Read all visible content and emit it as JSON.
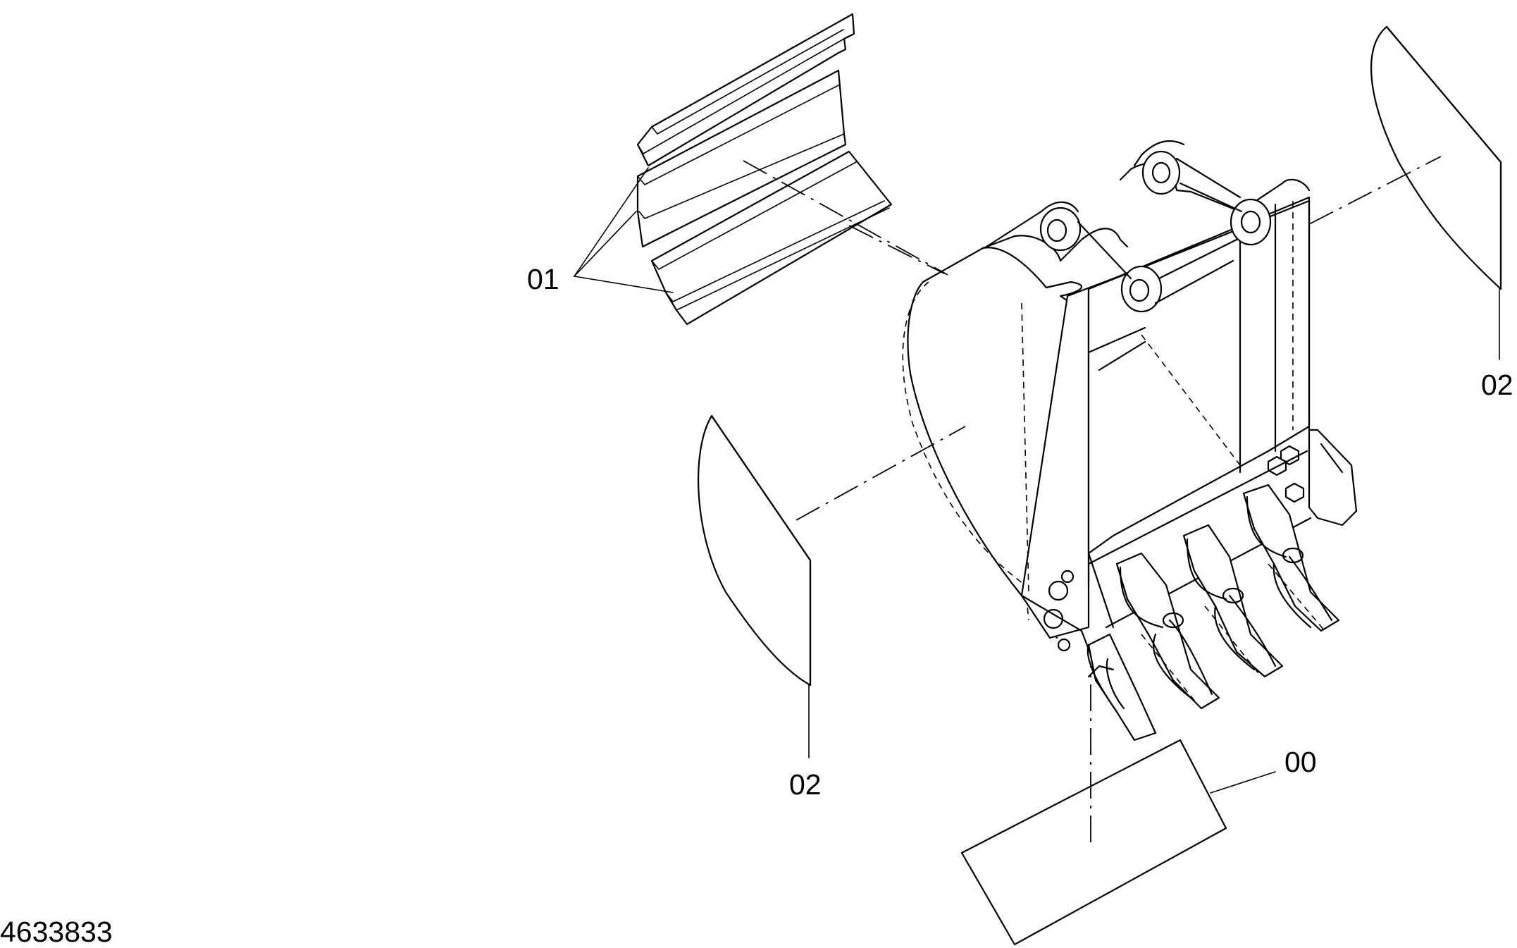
{
  "drawing": {
    "id_label": "4633833",
    "callouts": {
      "wear_strips": "01",
      "side_plate_left": "02",
      "side_plate_right": "02",
      "bottom_plate": "00"
    },
    "line_color": "#000000",
    "background": "#ffffff"
  }
}
